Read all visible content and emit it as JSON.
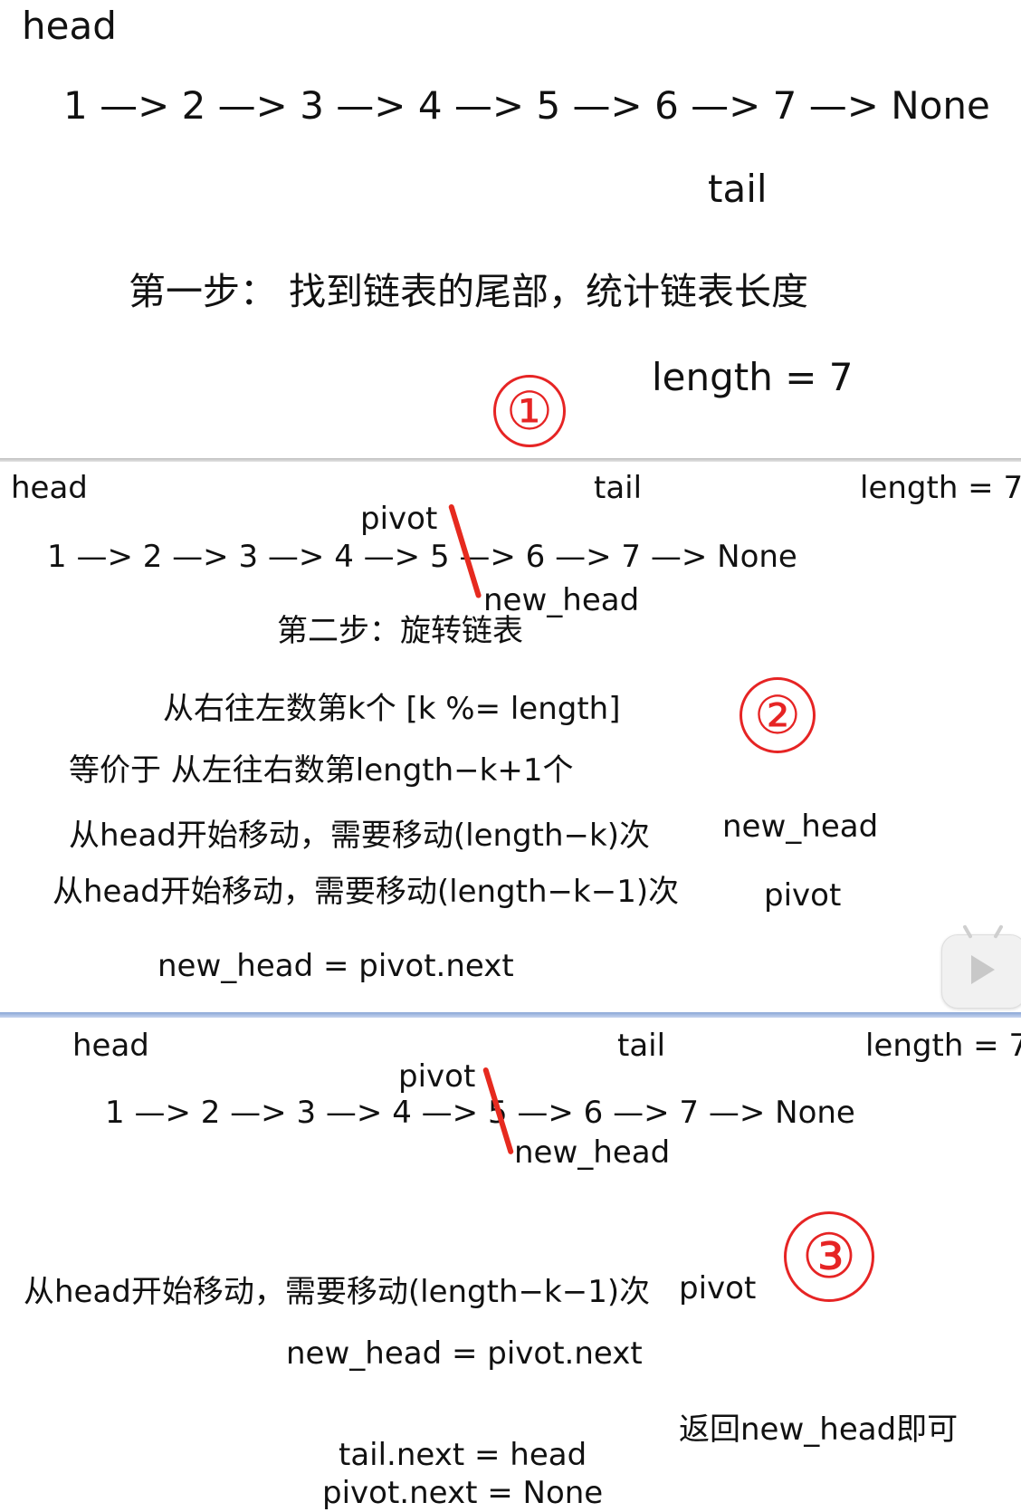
{
  "panel1": {
    "head_label": "head",
    "list": "1 —> 2 —> 3 —> 4 —> 5 —> 6 —> 7 —> None",
    "tail_label": "tail",
    "step_title": "第一步：  找到链表的尾部，统计链表长度",
    "length": "length = 7",
    "badge": "①"
  },
  "panel2": {
    "head_label": "head",
    "tail_label": "tail",
    "length": "length = 7",
    "pivot_label": "pivot",
    "list": "1 —> 2 —> 3 —> 4 —> 5 —> 6 —> 7 —> None",
    "new_head_label": "new_head",
    "step_title": "第二步：旋转链表",
    "line1": "从右往左数第k个 [k %= length]",
    "line2": "等价于  从左往右数第length−k+1个",
    "line3": "从head开始移动，需要移动(length−k)次",
    "line3_target": "new_head",
    "line4": "从head开始移动，需要移动(length−k−1)次",
    "line4_target": "pivot",
    "assign": "new_head = pivot.next",
    "badge": "②"
  },
  "panel3": {
    "head_label": "head",
    "tail_label": "tail",
    "length": "length = 7",
    "pivot_label": "pivot",
    "list": "1 —> 2 —> 3 —> 4 —> 5 —> 6 —> 7 —> None",
    "new_head_label": "new_head",
    "badge": "③",
    "line1": "从head开始移动，需要移动(length−k−1)次",
    "line1_target": "pivot",
    "assign": "new_head = pivot.next",
    "return_note": "返回new_head即可",
    "tail_next": "tail.next = head",
    "pivot_next": "pivot.next = None"
  },
  "colors": {
    "accent_red": "#e62424",
    "divider_blue": "#8aa6d6"
  },
  "icons": {
    "video": "play-icon"
  }
}
